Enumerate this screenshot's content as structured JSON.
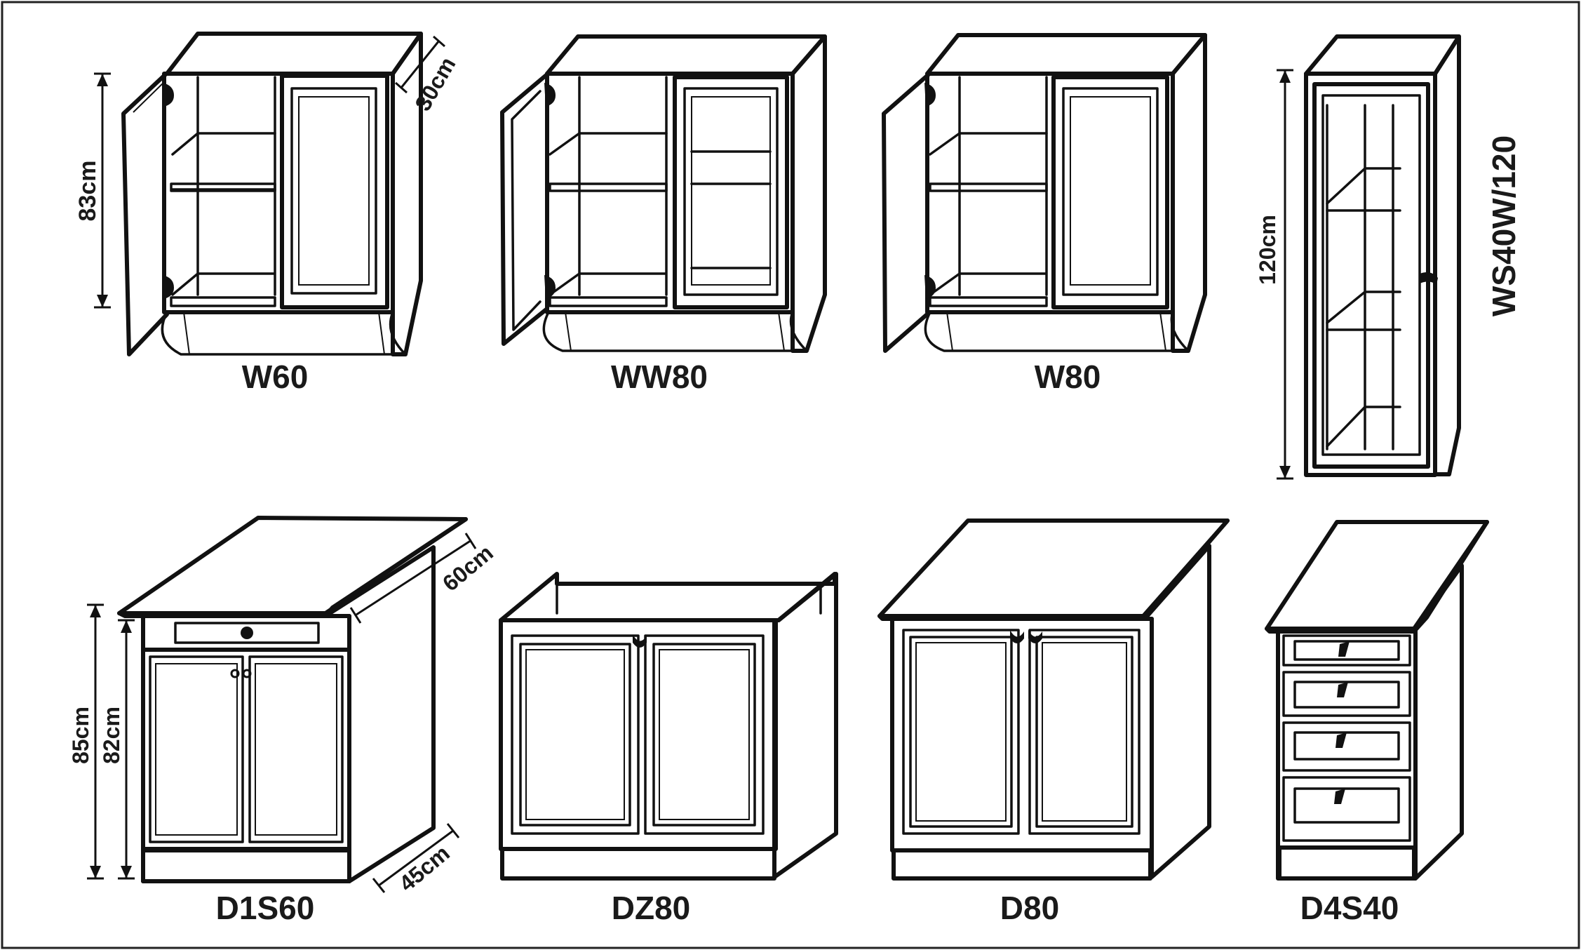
{
  "colors": {
    "stroke": "#111111",
    "background": "#ffffff"
  },
  "cabinets": {
    "w60": {
      "label": "W60"
    },
    "ww80": {
      "label": "WW80"
    },
    "w80": {
      "label": "W80"
    },
    "ws40w120": {
      "label": "WS40W/120"
    },
    "d1s60": {
      "label": "D1S60"
    },
    "dz80": {
      "label": "DZ80"
    },
    "d80": {
      "label": "D80"
    },
    "d4s40": {
      "label": "D4S40"
    }
  },
  "dimensions": {
    "wall_height": "83cm",
    "wall_depth": "30cm",
    "tall_height": "120cm",
    "base_total_height": "85cm",
    "base_body_height": "82cm",
    "top_depth": "60cm",
    "base_depth": "45cm"
  }
}
